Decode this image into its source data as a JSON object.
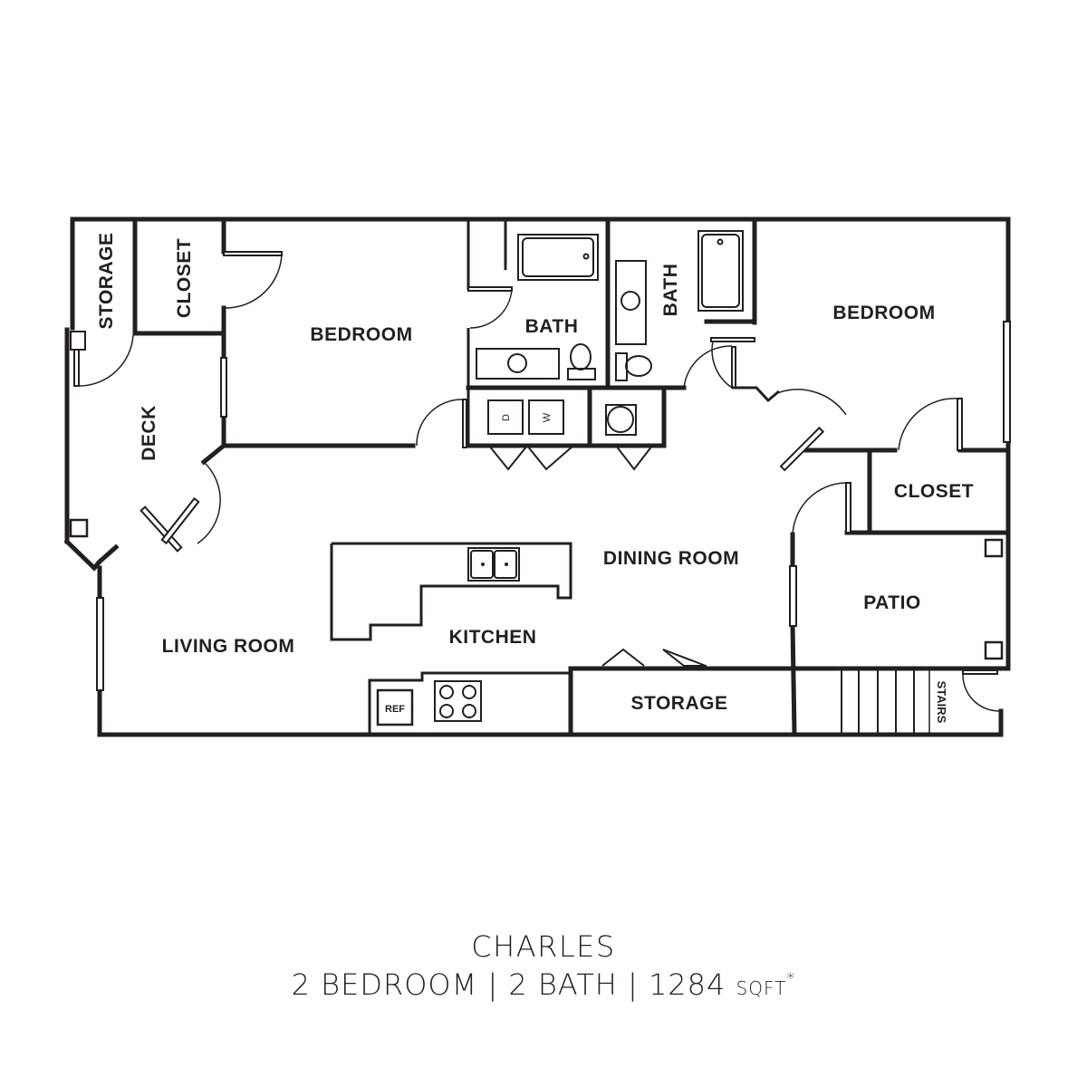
{
  "floorplan": {
    "rooms": {
      "storage_left": "STORAGE",
      "closet_left": "CLOSET",
      "bedroom_left": "BEDROOM",
      "bath_1": "BATH",
      "bath_2": "BATH",
      "bedroom_right": "BEDROOM",
      "deck": "DECK",
      "closet_right": "CLOSET",
      "dining_room": "DINING ROOM",
      "patio": "PATIO",
      "living_room": "LIVING ROOM",
      "kitchen": "KITCHEN",
      "storage_bottom": "STORAGE",
      "stairs": "STAIRS"
    },
    "appliances": {
      "dryer": "D",
      "washer": "W",
      "refrigerator": "REF"
    }
  },
  "caption": {
    "title": "CHARLES",
    "bedrooms": "2 BEDROOM",
    "separator": "|",
    "baths": "2 BATH",
    "area": "1284",
    "unit": "SQFT",
    "footnote_mark": "*"
  }
}
